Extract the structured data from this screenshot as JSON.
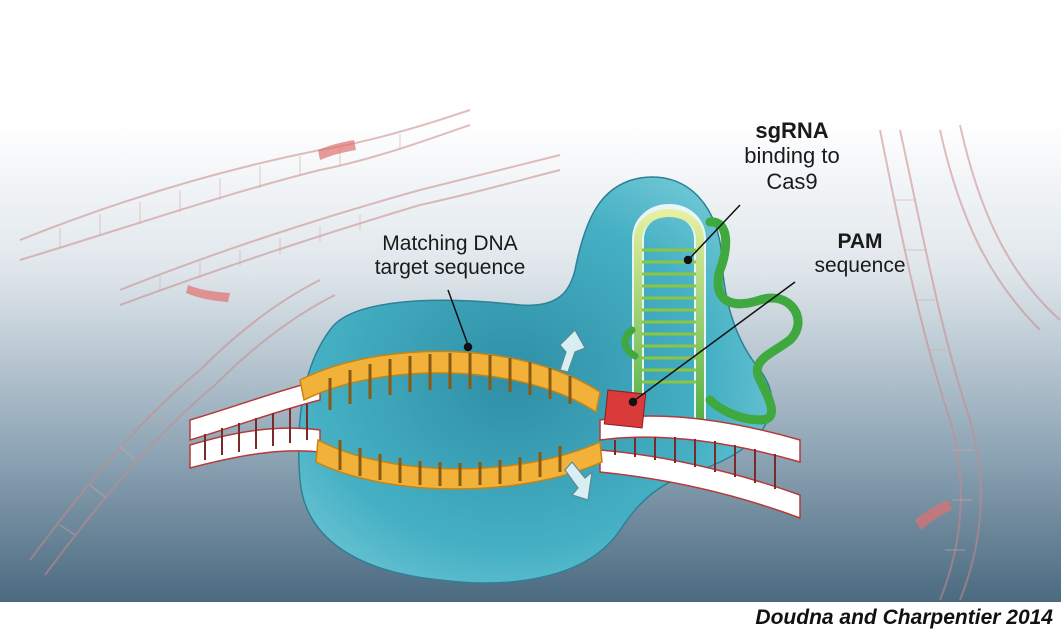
{
  "labels": {
    "matching_dna_line1": "Matching DNA",
    "matching_dna_line2": "target sequence",
    "sgrna_title": "sgRNA",
    "sgrna_line2": "binding to",
    "sgrna_line3": "Cas9",
    "pam_title": "PAM",
    "pam_line2": "sequence"
  },
  "credit": "Doudna and Charpentier 2014",
  "colors": {
    "background_top": "#ffffff",
    "background_bottom": "#4b6a80",
    "cas9_protein": "#3aa7bd",
    "target_strand": "#f2b23a",
    "dna_backbone": "#ffffff",
    "dna_outline": "#b53a3a",
    "pam": "#d93a3a",
    "sgrna_light": "#c8e06a",
    "sgrna_dark": "#3fa83f",
    "cut_marker": "#d8eef2"
  },
  "icons": [
    "scissor-cut-marker-icon"
  ]
}
